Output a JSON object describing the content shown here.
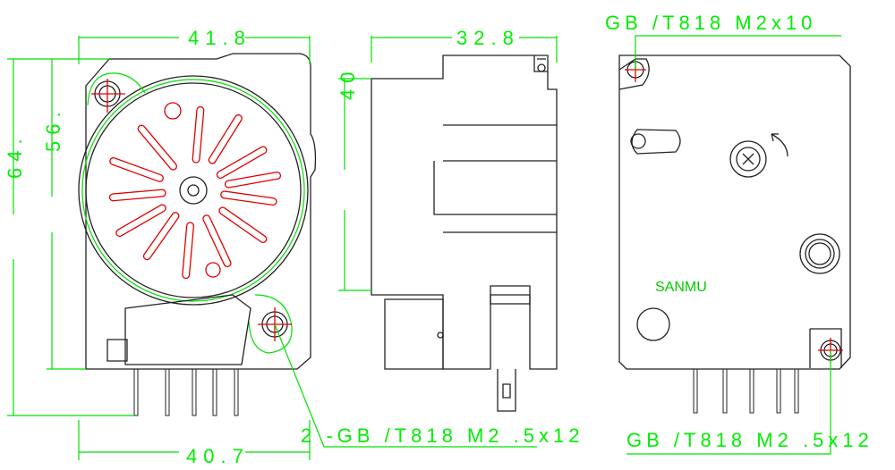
{
  "dimensions": {
    "front_width_top": "41.8",
    "front_width_bottom": "40.7",
    "front_height_total": "64.",
    "front_height_body": "56.",
    "side_width": "32.8",
    "side_height": "40"
  },
  "callouts": {
    "top_right_screw": "GB /T818   M2x10",
    "front_screws": "2 -GB /T818   M2 .5x12",
    "bottom_right_screw": "GB /T818   M2 .5x12"
  },
  "brand_label": "SANMU",
  "colors": {
    "dimension": "#00ee00",
    "outline": "#222222",
    "center": "#e00000"
  }
}
